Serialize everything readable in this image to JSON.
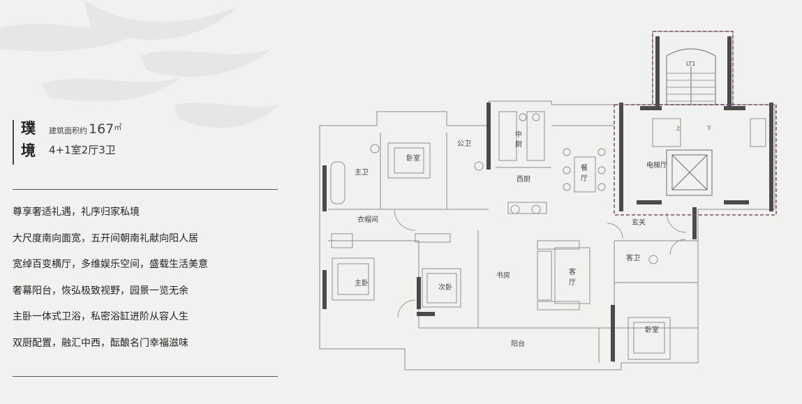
{
  "header": {
    "name_chars": [
      "璞",
      "境"
    ],
    "area_label": "建筑面积约",
    "area_value": "167",
    "area_unit": "㎡",
    "layout": "4+1室2厅3卫"
  },
  "features": [
    "尊享奢适礼遇，礼序归家私境",
    "大尺度南向面宽，五开间朝南礼献向阳人居",
    "宽绰百变横厅，多维娱乐空间，盛载生活美意",
    "奢幕阳台，恢弘极致视野，园景一览无余",
    "主卧一体式卫浴，私密浴缸进阶从容人生",
    "双厨配置，融汇中西，酝酿名门幸福滋味"
  ],
  "plan": {
    "rooms": {
      "main_bath": "主卫",
      "bedroom_north": "卧室",
      "public_bath": "公卫",
      "chinese_kitchen": "中厨",
      "western_kitchen": "西厨",
      "dining": "餐厅",
      "elevator_hall": "电梯厅",
      "lift_label": "LT1",
      "stair_up": "上",
      "stair_down": "下",
      "foyer": "玄关",
      "cloakroom": "衣帽间",
      "master_bedroom": "主卧",
      "second_bedroom": "次卧",
      "study": "书房",
      "living_room": "客厅",
      "guest_bath": "客卫",
      "bedroom_southeast": "卧室",
      "balcony": "阳台"
    }
  },
  "colors": {
    "wall": "#4a4a4a",
    "dashed_outline": "#7a4a6a",
    "background": "#f1f1f0"
  }
}
